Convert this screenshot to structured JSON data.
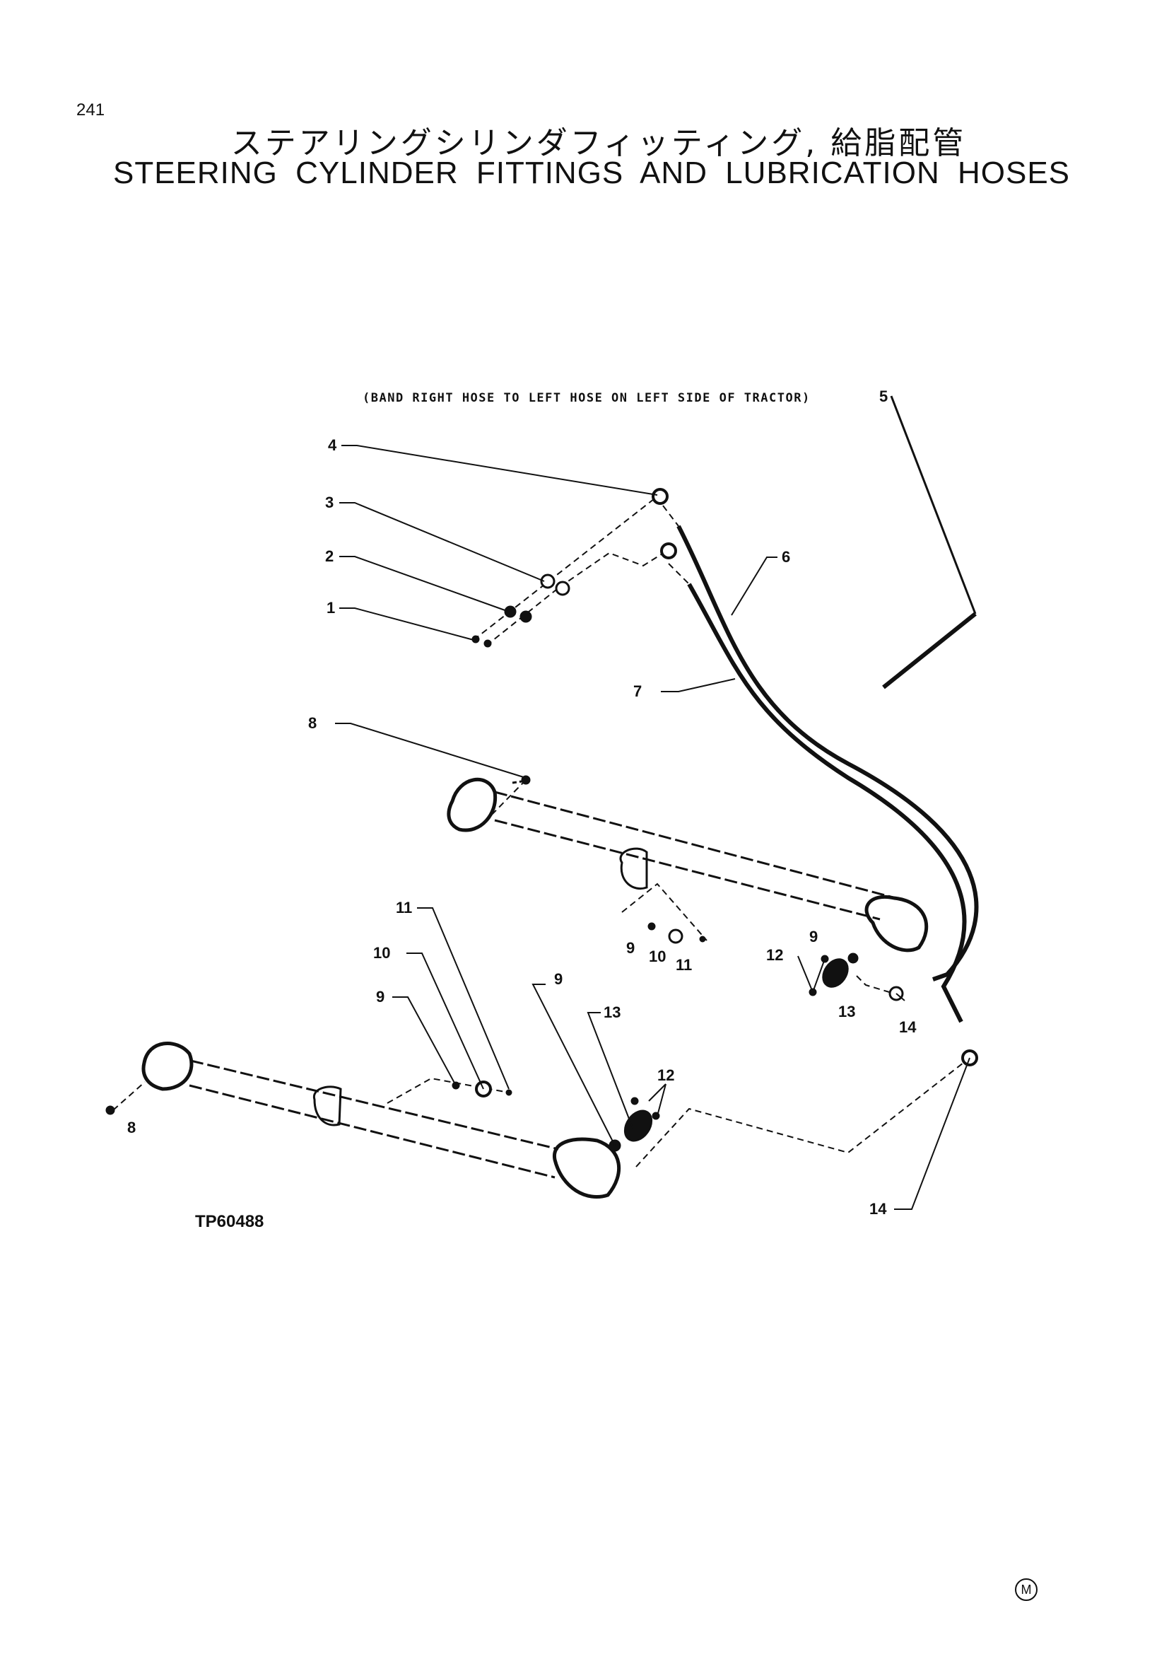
{
  "header": {
    "page_number": "241",
    "title_jp": "ステアリングシリンダフィッティング, 給脂配管",
    "title_en": "STEERING CYLINDER FITTINGS AND LUBRICATION HOSES"
  },
  "diagram": {
    "note": "(BAND RIGHT HOSE TO LEFT HOSE ON LEFT SIDE OF TRACTOR)",
    "figure_id": "TP60488",
    "callouts": [
      "1",
      "2",
      "3",
      "4",
      "5",
      "6",
      "7",
      "8",
      "8",
      "9",
      "9",
      "9",
      "9",
      "10",
      "10",
      "11",
      "11",
      "12",
      "12",
      "13",
      "13",
      "14",
      "14"
    ],
    "footer_mark": "M"
  }
}
